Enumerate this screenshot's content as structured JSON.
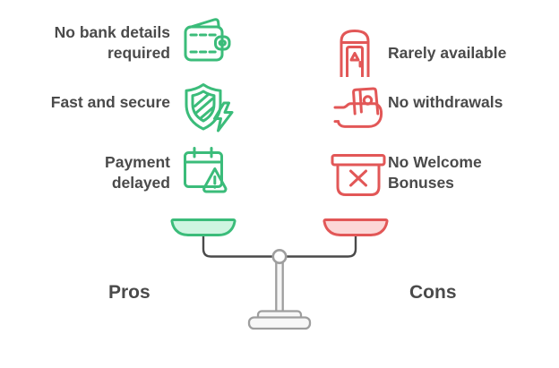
{
  "colors": {
    "green": "#3bbc7a",
    "green_fill": "#cff5e1",
    "red": "#e25757",
    "red_fill": "#fcd7d7",
    "text": "#4a4a4a",
    "arm": "#4a4a4a",
    "stand_stroke": "#9e9e9e",
    "stand_fill": "#f7f7f7",
    "background": "#ffffff"
  },
  "pros": {
    "label": "Pros",
    "items": [
      {
        "label": "No bank details\nrequired",
        "icon": "wallet-icon"
      },
      {
        "label": "Fast and secure",
        "icon": "shield-lightning-icon"
      },
      {
        "label": "Payment\ndelayed",
        "icon": "calendar-warning-icon"
      }
    ]
  },
  "cons": {
    "label": "Cons",
    "items": [
      {
        "label": "Rarely available",
        "icon": "phone-booth-icon"
      },
      {
        "label": "No withdrawals",
        "icon": "hand-holding-money-icon"
      },
      {
        "label": "No Welcome\nBonuses",
        "icon": "crossed-box-icon"
      }
    ]
  }
}
